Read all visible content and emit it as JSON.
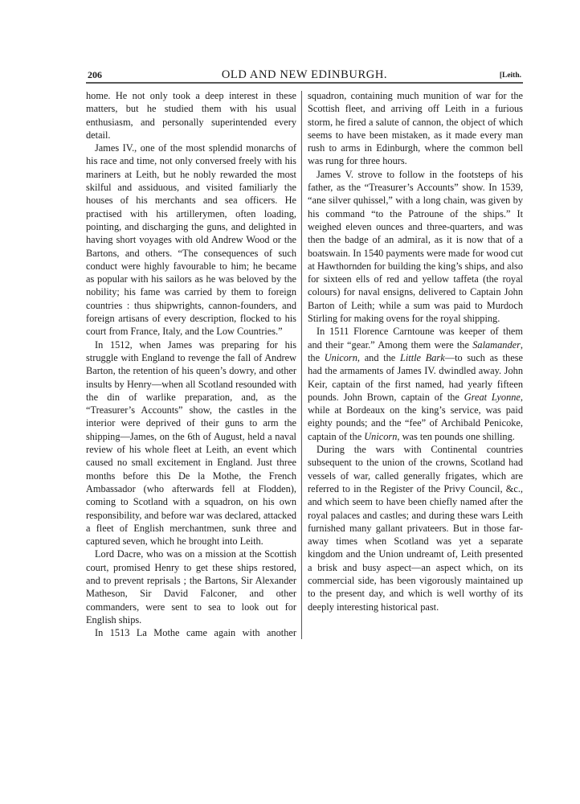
{
  "header": {
    "page_number": "206",
    "title": "OLD AND NEW EDINBURGH.",
    "section": "[Leith."
  },
  "left_column": {
    "paragraphs": [
      "home.  He not only took a deep interest in these matters, but he studied them with his usual enthusiasm, and personally superintended every detail.",
      "James IV., one of the most splendid monarchs of his race and time, not only conversed freely with his mariners at Leith, but he nobly rewarded the most skilful and assiduous, and visited familiarly the houses of his merchants and sea officers. He practised with his artillerymen, often loading, pointing, and discharging the guns, and delighted in having short voyages with old Andrew Wood or the Bartons, and others.  “The consequences of such conduct were highly favourable to him; he became as popular with his sailors as he was beloved by the nobility; his fame was carried by them to foreign countries : thus shipwrights, cannon-founders, and foreign artisans of every description, flocked to his court from France, Italy, and the Low Countries.”",
      "In 1512, when James was preparing for his struggle with England to revenge the fall of Andrew Barton, the retention of his queen’s dowry, and other insults by Henry—when all Scotland resounded with the din of warlike preparation, and, as the “Treasurer’s Accounts” show, the castles in the interior were deprived of their guns to arm the shipping—James, on the 6th of August, held a naval review of his whole fleet at Leith, an event which caused no small excitement in England. Just three months before this De la Mothe, the French Ambassador (who afterwards fell at Flodden), coming to Scotland with a squadron, on his own responsibility, and before war was declared, attacked a fleet of English merchantmen, sunk three and captured seven, which he brought into Leith.",
      "Lord Dacre, who was on a mission at the Scottish court, promised Henry to get these ships restored, and to prevent reprisals ; the Bartons, Sir Alexander Matheson, Sir David Falconer, and other commanders, were sent to sea to look out for English ships.",
      "In 1513 La Mothe came again with another"
    ]
  },
  "right_column": {
    "paragraphs": [
      {
        "segments": [
          {
            "text": "squadron, containing much munition of war for the Scottish fleet, and arriving off Leith in a furious storm, he fired a salute of cannon, the object of which seems to have been mistaken, as it made every man rush to arms in Edinburgh, where the common bell was rung for three hours.",
            "italic": false
          }
        ]
      },
      {
        "segments": [
          {
            "text": "James V. strove to follow in the footsteps of his father, as the “Treasurer’s Accounts” show. In 1539, “ane silver quhissel,” with a long chain, was given by his command “to the Patroune of the ships.” It weighed eleven ounces and three-quarters, and was then the badge of an admiral, as it is now that of a boatswain.  In 1540 payments were made for wood cut at Hawthornden for building the king’s ships, and also for sixteen ells of red and yellow taffeta (the royal colours) for naval ensigns, delivered to Captain John Barton of Leith; while a sum was paid to Murdoch Stirling for making ovens for the royal shipping.",
            "italic": false
          }
        ]
      },
      {
        "segments": [
          {
            "text": "In 1511 Florence Carntoune was keeper of them and their “gear.”  Among them were the ",
            "italic": false
          },
          {
            "text": "Salamander",
            "italic": true
          },
          {
            "text": ", the ",
            "italic": false
          },
          {
            "text": "Unicorn",
            "italic": true
          },
          {
            "text": ", and the ",
            "italic": false
          },
          {
            "text": "Little Bark",
            "italic": true
          },
          {
            "text": "—to such as these had the armaments of James IV. dwindled away.  John Keir, captain of the first named, had yearly fifteen pounds.  John Brown, captain of the ",
            "italic": false
          },
          {
            "text": "Great Lyonne",
            "italic": true
          },
          {
            "text": ", while at Bordeaux on the king’s service, was paid eighty pounds; and the “fee” of Archibald Penicoke, captain of the ",
            "italic": false
          },
          {
            "text": "Unicorn",
            "italic": true
          },
          {
            "text": ", was ten pounds one shilling.",
            "italic": false
          }
        ]
      },
      {
        "segments": [
          {
            "text": "During the wars with Continental countries subsequent to the union of the crowns, Scotland had vessels of war, called generally frigates, which are referred to in the Register of the Privy Council, &c., and which seem to have been chiefly named after the royal palaces and castles; and during these wars Leith furnished many gallant privateers. But in those far-away times when Scotland was yet a separate kingdom and the Union undreamt of, Leith presented a brisk and busy aspect—an aspect which, on its commercial side, has been vigorously maintained up to the present day, and which is well worthy of its deeply interesting historical past.",
            "italic": false
          }
        ]
      }
    ]
  }
}
